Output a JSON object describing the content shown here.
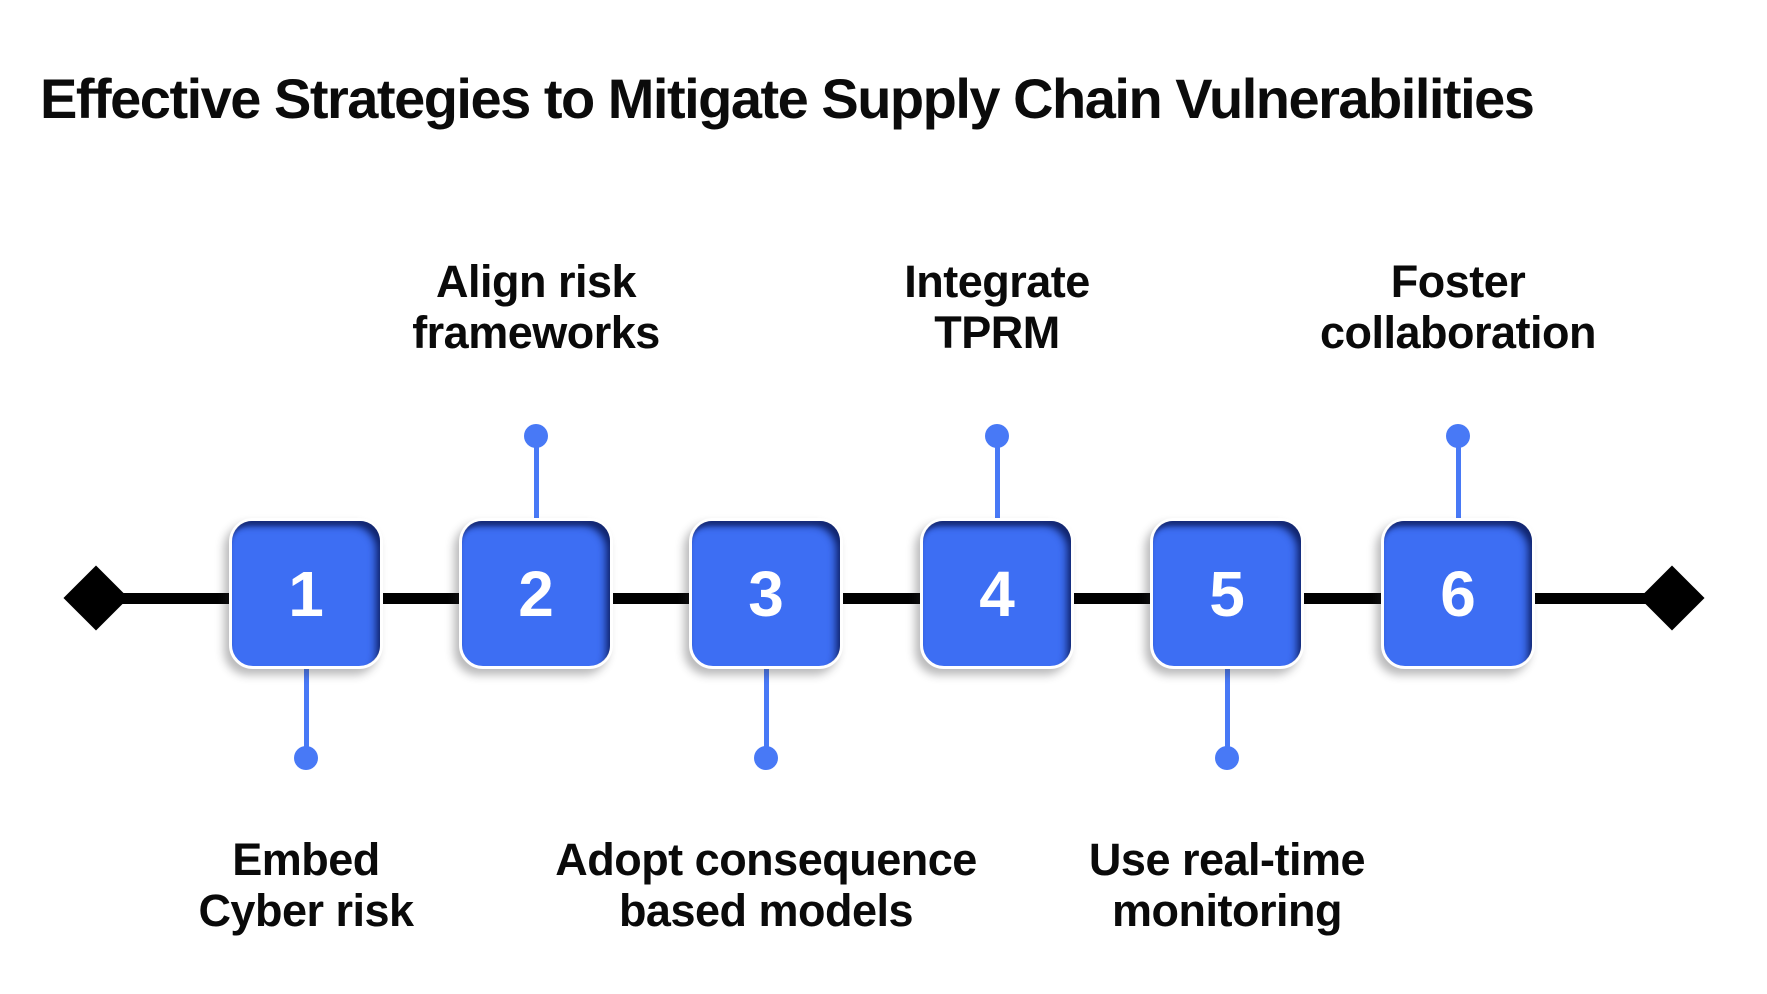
{
  "title": "Effective Strategies to Mitigate Supply Chain Vulnerabilities",
  "timeline": {
    "orientation": "horizontal",
    "steps": [
      {
        "number": "1",
        "label": "Embed\nCyber risk",
        "label_position": "below"
      },
      {
        "number": "2",
        "label": "Align risk\nframeworks",
        "label_position": "above"
      },
      {
        "number": "3",
        "label": "Adopt consequence\nbased models",
        "label_position": "below"
      },
      {
        "number": "4",
        "label": "Integrate\nTPRM",
        "label_position": "above"
      },
      {
        "number": "5",
        "label": "Use real-time\nmonitoring",
        "label_position": "below"
      },
      {
        "number": "6",
        "label": "Foster\ncollaboration",
        "label_position": "above"
      }
    ]
  },
  "colors": {
    "square_blue": "#3d6ef3",
    "square_inner_shadow": "#162a74",
    "connector_blue": "#4879f6",
    "axis_black": "#000000",
    "title_text": "#0b0b0b",
    "label_text": "#0a0a0a",
    "number_text": "#ffffff",
    "background": "#ffffff"
  }
}
